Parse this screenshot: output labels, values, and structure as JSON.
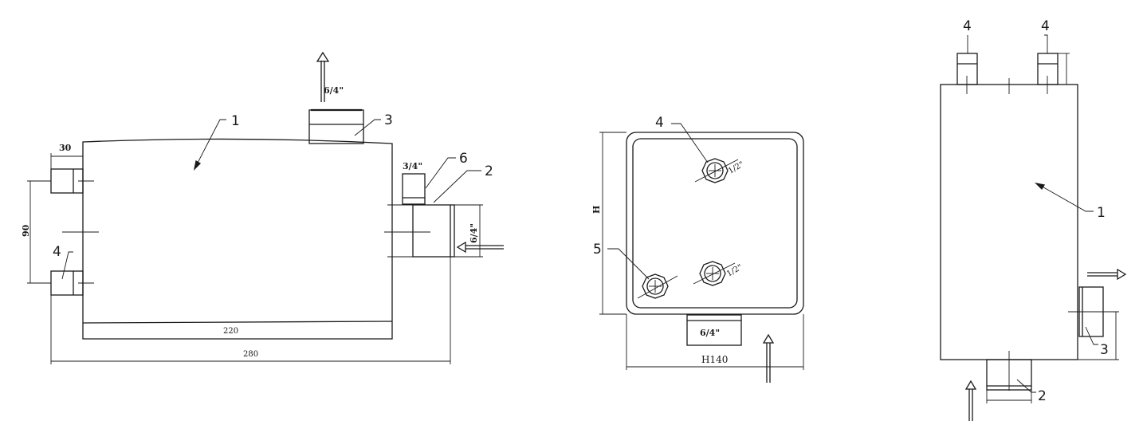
{
  "front_view": {
    "dim_30": "30",
    "dim_90": "90",
    "dim_220": "220",
    "dim_280": "280",
    "thread_top": "6/4\"",
    "thread_small": "3/4\"",
    "thread_side": "6/4\"",
    "label_1": "1",
    "label_2": "2",
    "label_3": "3",
    "label_4": "4",
    "label_6": "6"
  },
  "top_view": {
    "dim_h": "H",
    "dim_h140": "H140",
    "thread_upper": "1/2\"",
    "thread_lower": "1/2\"",
    "thread_bottom": "6/4\"",
    "label_4": "4",
    "label_5": "5"
  },
  "side_view": {
    "label_4_left": "4",
    "label_4_right": "4",
    "label_1": "1",
    "label_2": "2",
    "label_3": "3"
  }
}
